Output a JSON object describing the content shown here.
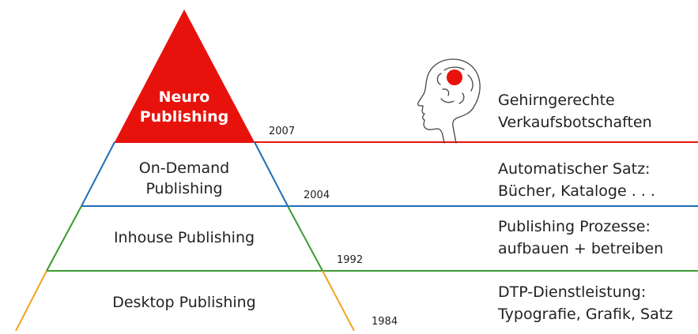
{
  "colors": {
    "neuro": "#e8120c",
    "ondemand": "#1f6fb5",
    "inhouse": "#3a9a2e",
    "desktop": "#f2a31b"
  },
  "tiers": [
    {
      "label": "Neuro\nPublishing",
      "year": "2007",
      "description": "Gehirngerechte\nVerkaufsbotschaften"
    },
    {
      "label": "On-Demand\nPublishing",
      "year": "2004",
      "description": "Automatischer Satz:\nBücher, Kataloge . . ."
    },
    {
      "label": "Inhouse Publishing",
      "year": "1992",
      "description": "Publishing Prozesse:\naufbauen + betreiben"
    },
    {
      "label": "Desktop Publishing",
      "year": "1984",
      "description": "DTP-Dienstleistung:\nTypografie, Grafik, Satz"
    }
  ],
  "icons": {
    "head": "human-head-brain-icon"
  }
}
